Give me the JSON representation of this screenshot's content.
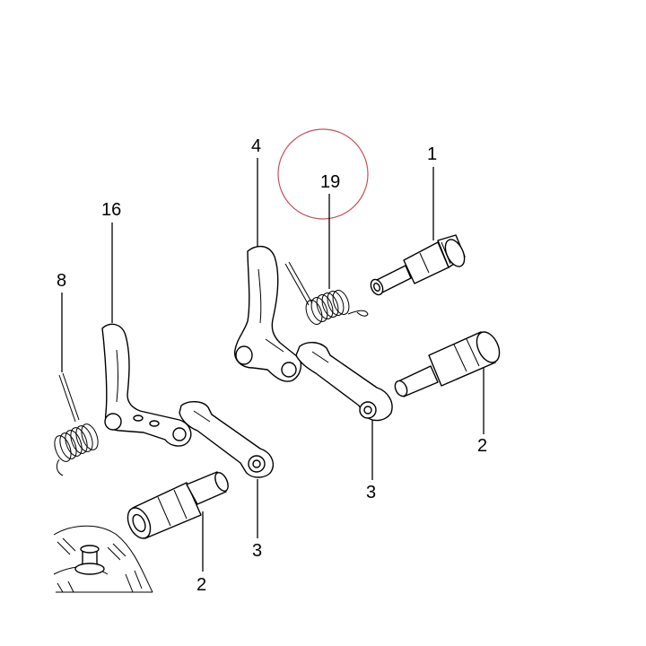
{
  "diagram": {
    "highlight_color": "#c8505a",
    "callouts": {
      "pin_right_top": "1",
      "pin_right": "2",
      "pin_left": "2",
      "link_right": "3",
      "link_left": "3",
      "lever_right": "4",
      "spring_left": "8",
      "lever_left": "16",
      "spring_highlighted": "19"
    }
  }
}
